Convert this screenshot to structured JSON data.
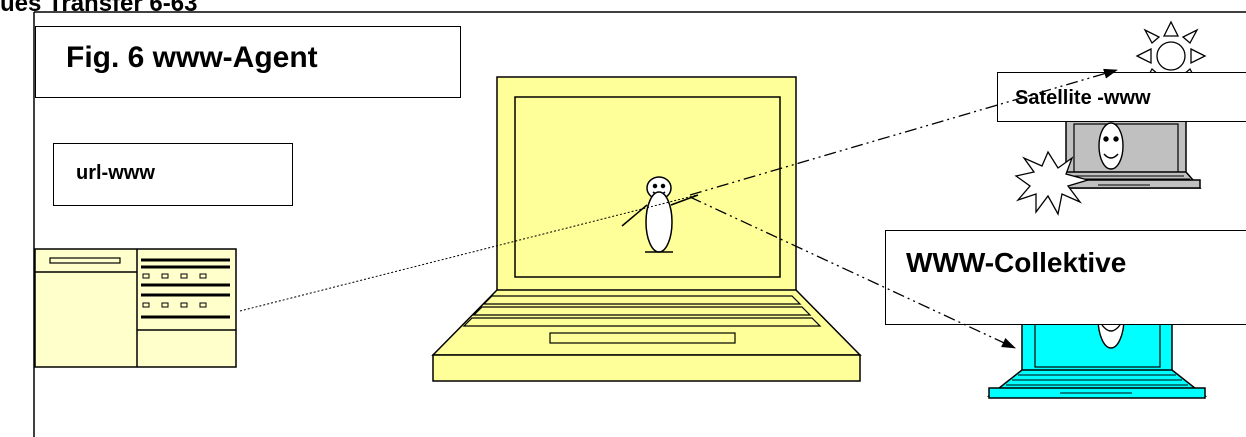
{
  "top_text": "ues Transfer 6-63",
  "title": "Fig. 6 www-Agent",
  "labels": {
    "url": "url-www",
    "satellite": "Satellite -www",
    "collective": "WWW-Collektive"
  },
  "colors": {
    "main_laptop": "#ffff99",
    "document": "#ffffcc",
    "satellite_laptop": "#c0c0c0",
    "collective_laptop": "#00ffff",
    "lines": "#000000"
  },
  "icons": [
    "sun-icon",
    "explosion-icon",
    "smiley-face-icon",
    "stick-figure-agent-icon",
    "document-form-icon"
  ]
}
